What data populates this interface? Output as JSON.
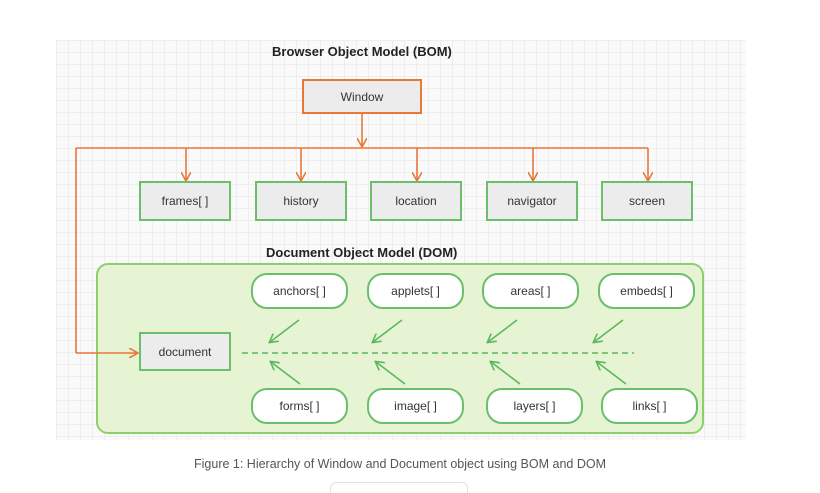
{
  "diagram": {
    "bom_title": "Browser Object Model (BOM)",
    "window_label": "Window",
    "bom_children": [
      "frames[ ]",
      "history",
      "location",
      "navigator",
      "screen"
    ],
    "dom_title": "Document Object Model (DOM)",
    "document_label": "document",
    "dom_top_items": [
      "anchors[ ]",
      "applets[ ]",
      "areas[ ]",
      "embeds[ ]"
    ],
    "dom_bottom_items": [
      "forms[ ]",
      "image[ ]",
      "layers[ ]",
      "links[ ]"
    ],
    "caption": "Figure 1: Hierarchy of Window and Document object using BOM and DOM"
  },
  "colors": {
    "bom_border": "#e8773a",
    "dom_border": "#6bbf6b",
    "dom_fill": "#e6f4d4",
    "arrow_orange": "#e8773a",
    "arrow_green": "#5cb85c"
  }
}
